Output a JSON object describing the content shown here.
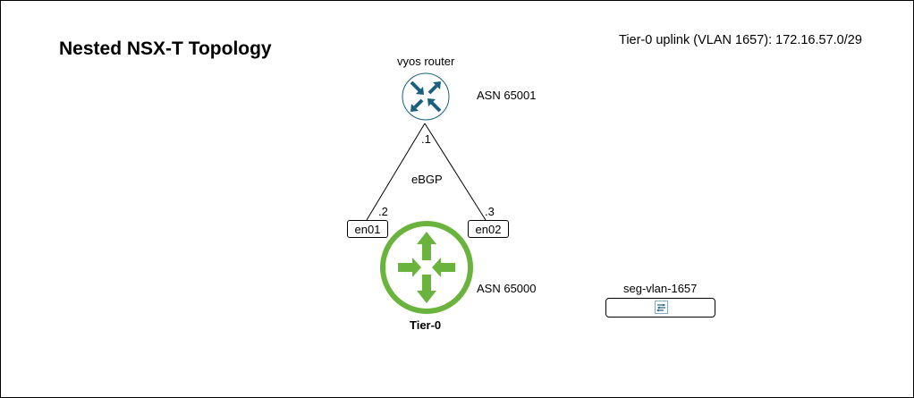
{
  "diagram": {
    "title": "Nested NSX-T Topology",
    "uplink_note": "Tier-0 uplink (VLAN 1657): 172.16.57.0/29",
    "nodes": {
      "vyos": {
        "label": "vyos router",
        "asn": "ASN 65001",
        "icon": "router-icon",
        "ip": ".1",
        "color": "#1b5f7e"
      },
      "tier0": {
        "label": "Tier-0",
        "asn": "ASN 65000",
        "icon": "tier0-router-icon",
        "color": "#6ab43e"
      },
      "en01": {
        "label": "en01",
        "ip": ".2"
      },
      "en02": {
        "label": "en02",
        "ip": ".3"
      },
      "segment": {
        "label": "seg-vlan-1657",
        "icon": "segment-switch-icon"
      }
    },
    "link_label": "eBGP"
  }
}
